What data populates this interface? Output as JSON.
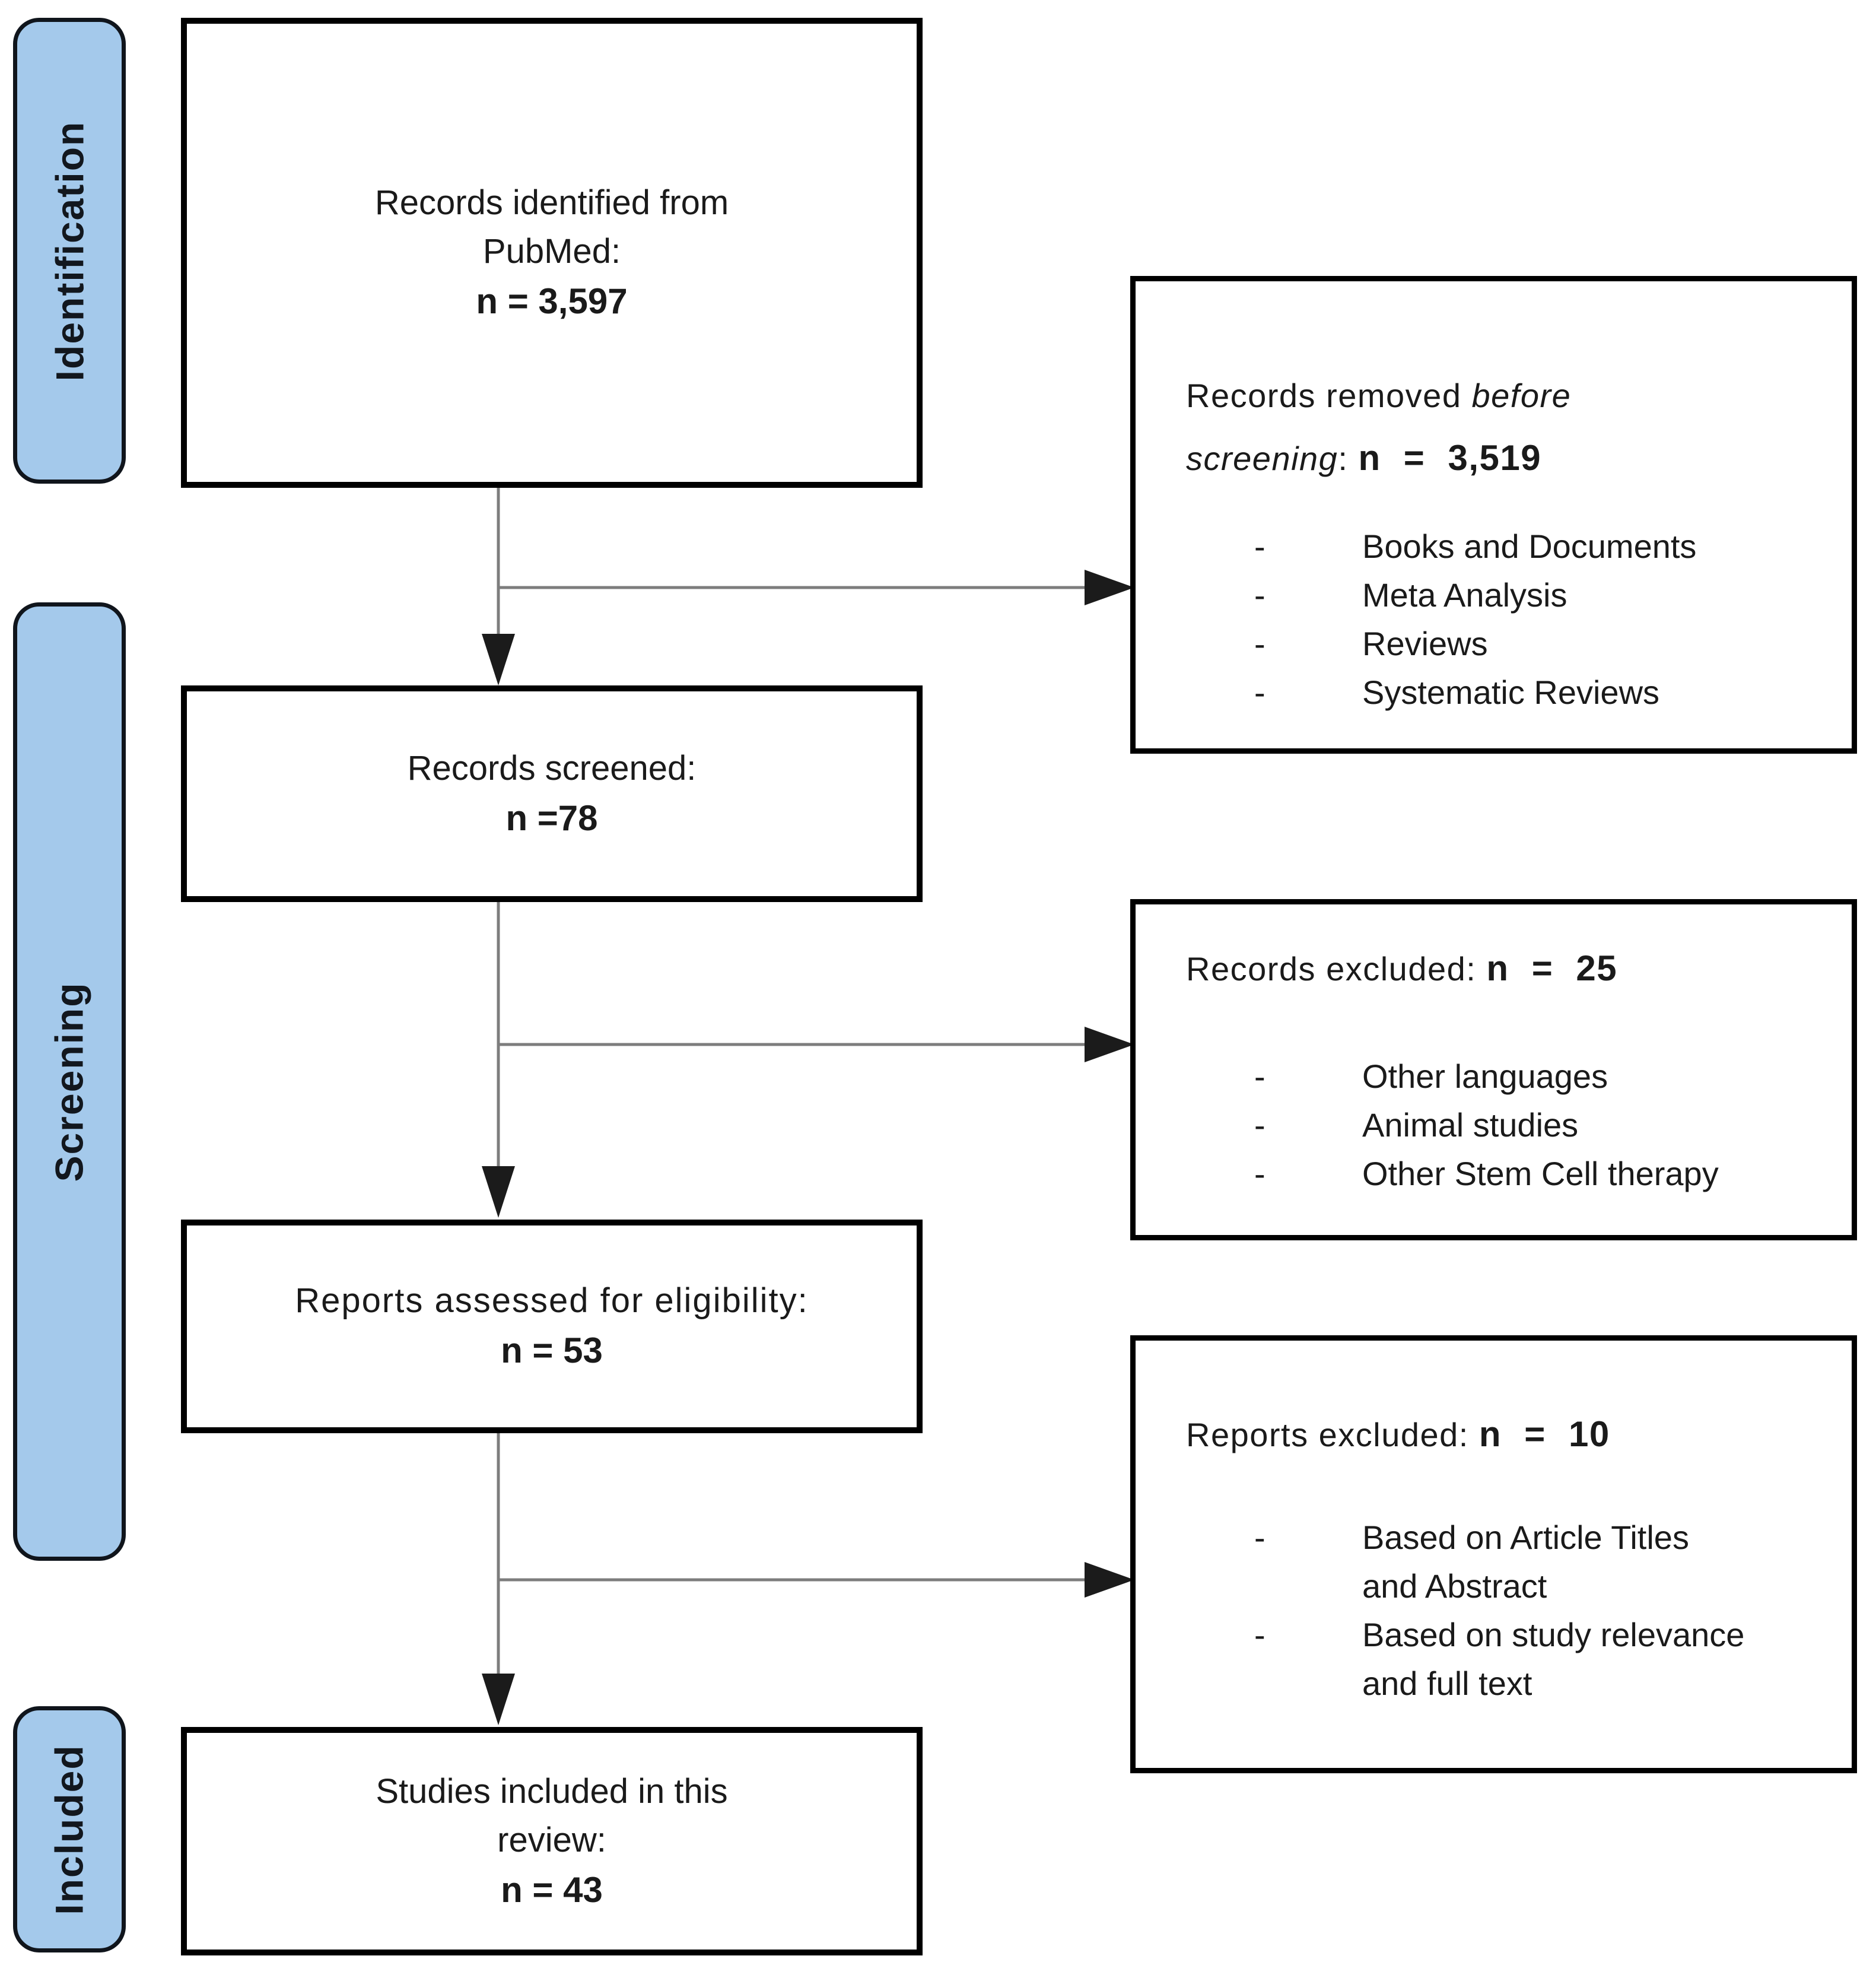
{
  "diagram": {
    "stages": [
      {
        "label": "Identification"
      },
      {
        "label": "Screening"
      },
      {
        "label": "Included"
      }
    ],
    "main_boxes": [
      {
        "lines": [
          "Records identified from",
          "PubMed:"
        ],
        "count": "n = 3,597"
      },
      {
        "lines": [
          "Records screened:"
        ],
        "count": "n =78"
      },
      {
        "lines": [
          "Reports assessed for eligibility:"
        ],
        "count": "n = 53"
      },
      {
        "lines": [
          "Studies included in this",
          "review:"
        ],
        "count": "n = 43"
      }
    ],
    "side_boxes": [
      {
        "heading_prefix": "Records removed ",
        "heading_italic": "before screening",
        "heading_suffix": ": ",
        "count": "n = 3,519",
        "items": [
          "Books and Documents",
          "Meta Analysis",
          "Reviews",
          "Systematic Reviews"
        ]
      },
      {
        "heading_prefix": "Records excluded: ",
        "heading_italic": "",
        "heading_suffix": "",
        "count": "n = 25",
        "items": [
          "Other languages",
          "Animal studies",
          "Other Stem Cell therapy"
        ]
      },
      {
        "heading_prefix": "Reports excluded: ",
        "heading_italic": "",
        "heading_suffix": "",
        "count": "n = 10",
        "items": [
          "Based on Article Titles and Abstract",
          "Based on study relevance and full text"
        ]
      }
    ],
    "bullet": "-"
  },
  "palette": {
    "stage_fill": "#A4C9EB",
    "stage_border": "#10151C",
    "box_border": "#000000",
    "connector_gray": "#7D7D7D",
    "arrow_black": "#1B1B1B",
    "text": "#1A1A1A",
    "background": "#FFFFFF"
  }
}
